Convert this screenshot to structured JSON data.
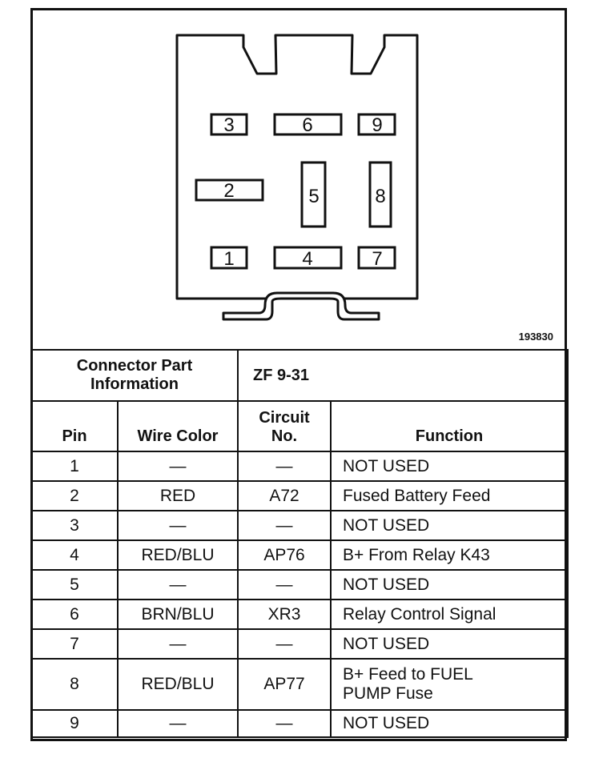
{
  "figure_id": "193830",
  "connector": {
    "pins": [
      {
        "label": "1"
      },
      {
        "label": "2"
      },
      {
        "label": "3"
      },
      {
        "label": "4"
      },
      {
        "label": "5"
      },
      {
        "label": "6"
      },
      {
        "label": "7"
      },
      {
        "label": "8"
      },
      {
        "label": "9"
      }
    ]
  },
  "info": {
    "label_line1": "Connector Part",
    "label_line2": "Information",
    "value": "ZF 9-31"
  },
  "headers": {
    "pin": "Pin",
    "wire_color": "Wire Color",
    "circuit_line1": "Circuit",
    "circuit_line2": "No.",
    "function": "Function"
  },
  "rows": [
    {
      "pin": "1",
      "wire": "—",
      "circuit": "—",
      "function": "NOT USED"
    },
    {
      "pin": "2",
      "wire": "RED",
      "circuit": "A72",
      "function": "Fused Battery Feed"
    },
    {
      "pin": "3",
      "wire": "—",
      "circuit": "—",
      "function": "NOT USED"
    },
    {
      "pin": "4",
      "wire": "RED/BLU",
      "circuit": "AP76",
      "function": "B+ From Relay K43"
    },
    {
      "pin": "5",
      "wire": "—",
      "circuit": "—",
      "function": "NOT USED"
    },
    {
      "pin": "6",
      "wire": "BRN/BLU",
      "circuit": "XR3",
      "function": "Relay Control Signal"
    },
    {
      "pin": "7",
      "wire": "—",
      "circuit": "—",
      "function": "NOT USED"
    },
    {
      "pin": "8",
      "wire": "RED/BLU",
      "circuit": "AP77",
      "function_line1": "B+ Feed to FUEL",
      "function_line2": "PUMP Fuse"
    },
    {
      "pin": "9",
      "wire": "—",
      "circuit": "—",
      "function": "NOT USED"
    }
  ]
}
